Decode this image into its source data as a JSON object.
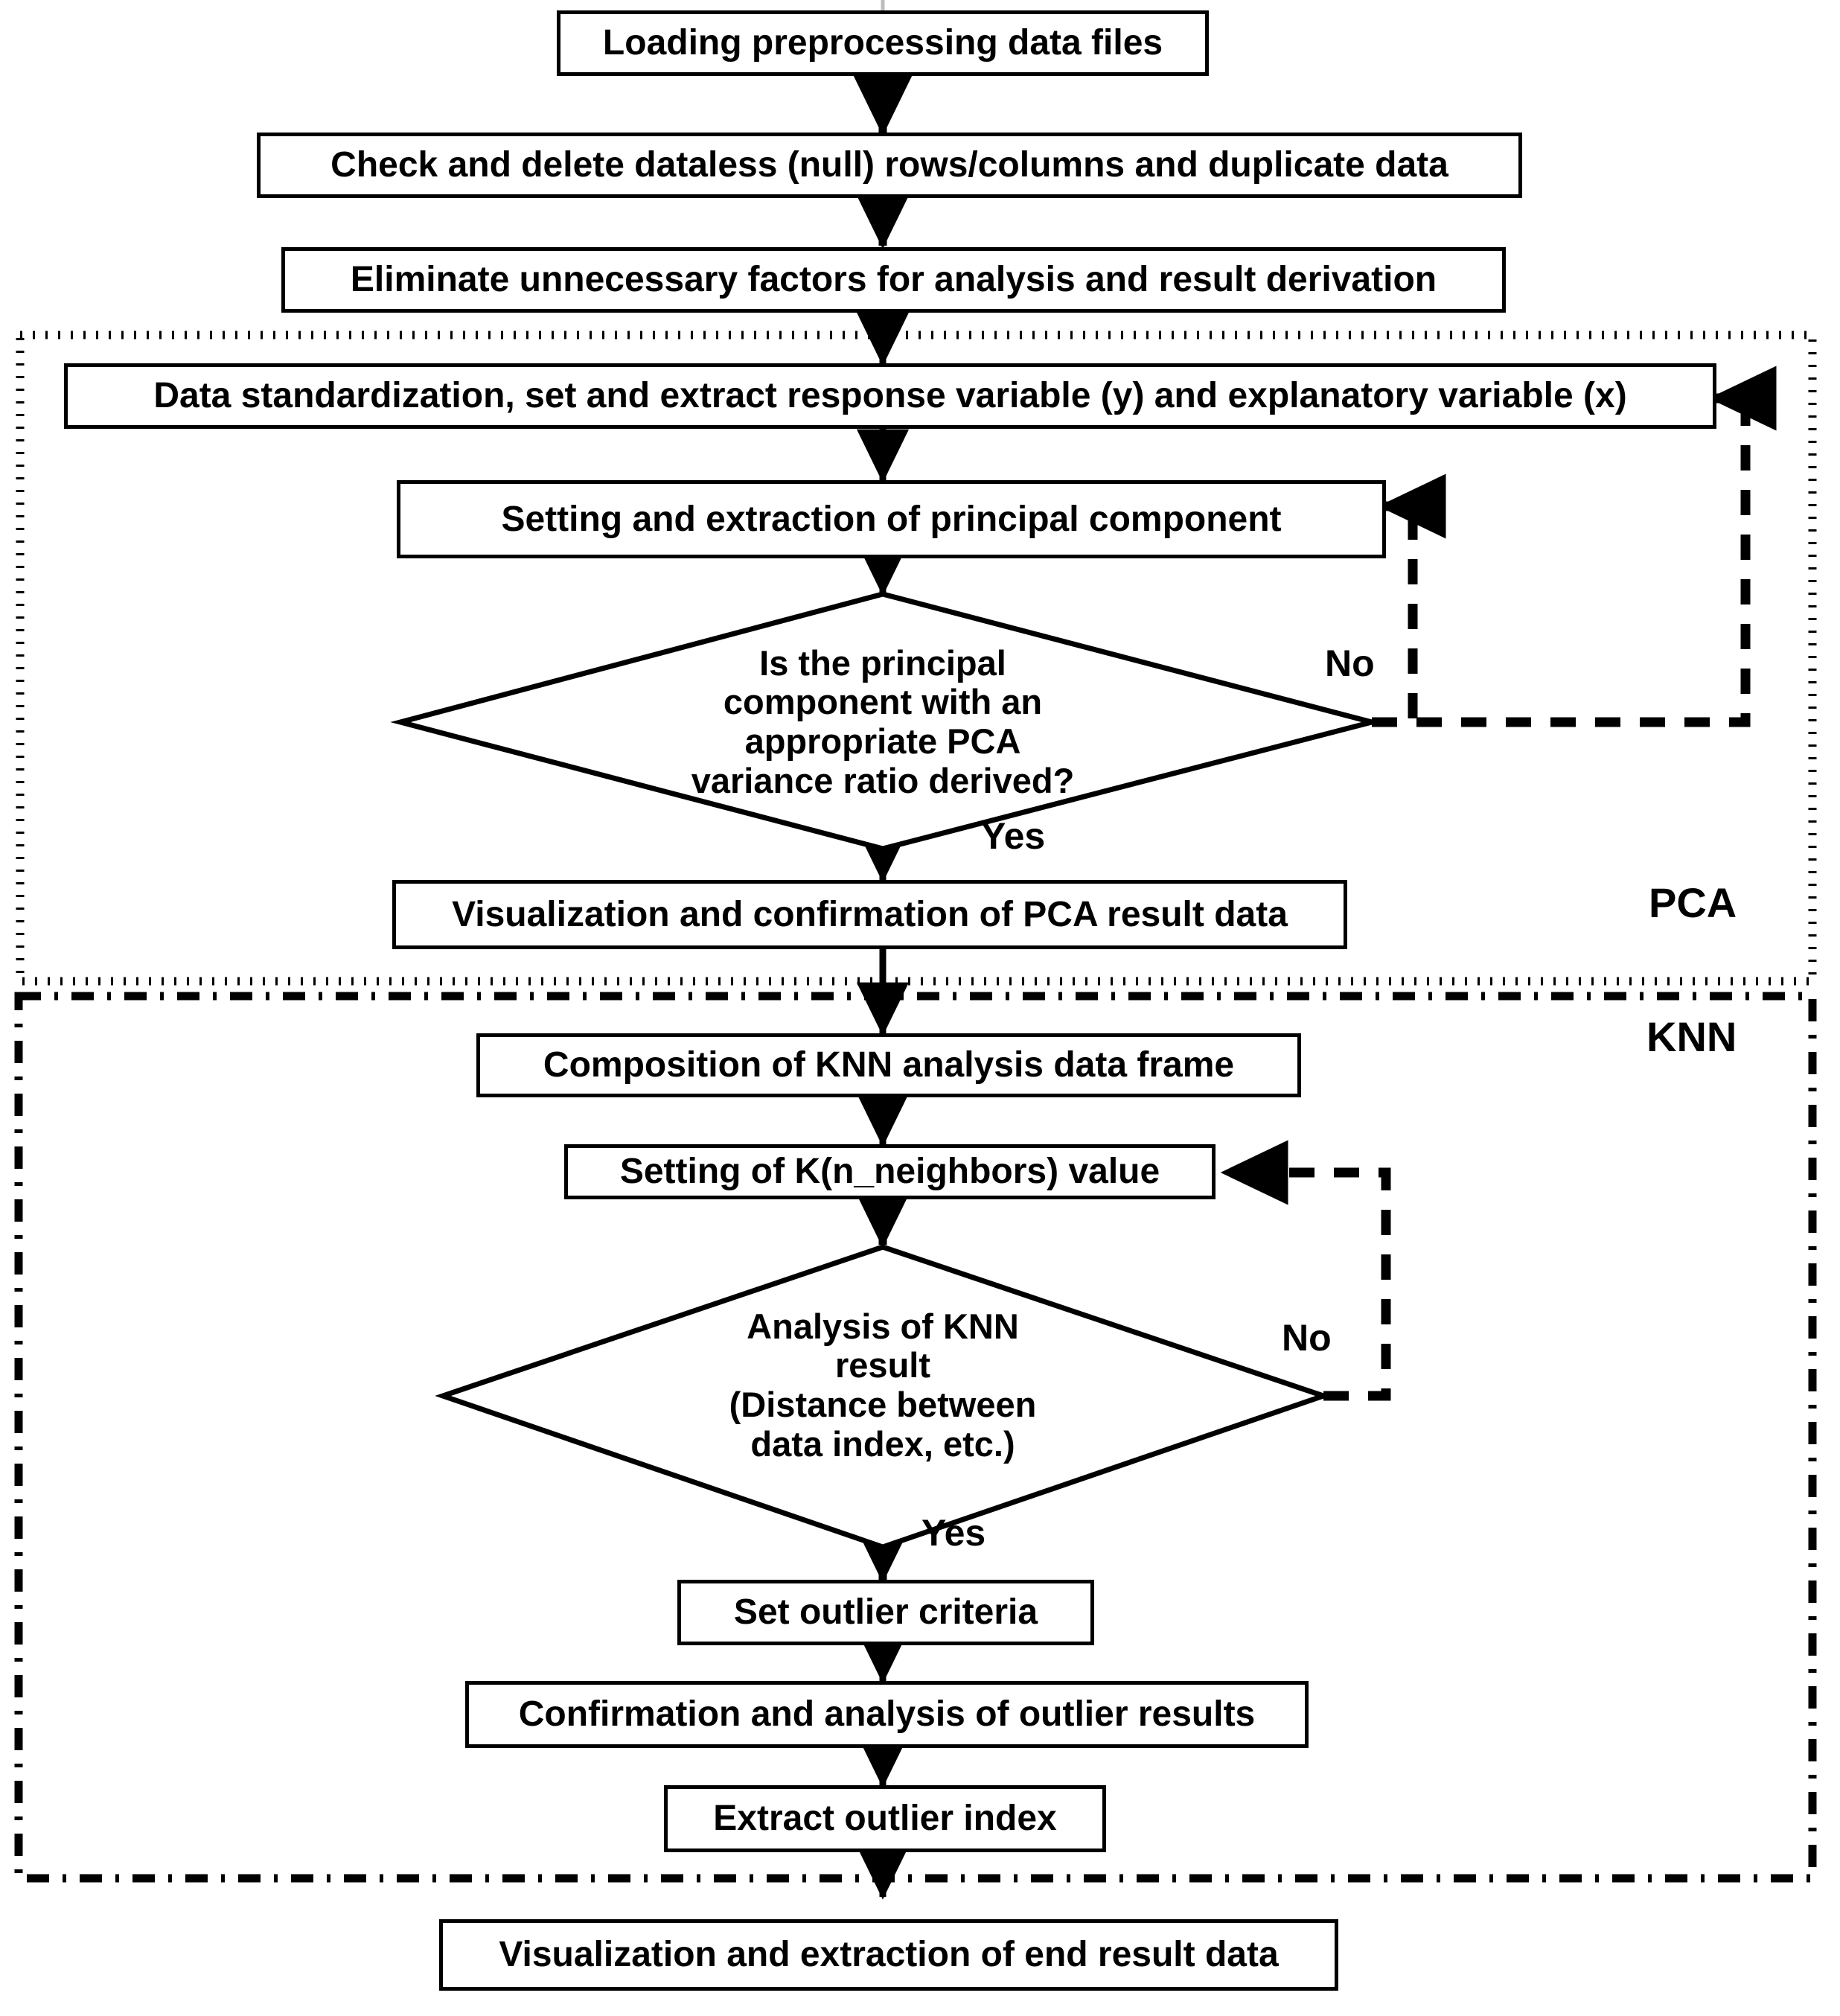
{
  "diagram": {
    "title": "PCA and KNN outlier detection flowchart",
    "type": "flowchart",
    "colors": {
      "stroke": "#000000",
      "fill": "#ffffff",
      "text": "#000000"
    },
    "nodes": [
      {
        "id": "n1",
        "shape": "process",
        "label": "Loading preprocessing data files"
      },
      {
        "id": "n2",
        "shape": "process",
        "label": "Check and delete dataless (null) rows/columns and duplicate data"
      },
      {
        "id": "n3",
        "shape": "process",
        "label": "Eliminate unnecessary factors for analysis and result derivation"
      },
      {
        "id": "n4",
        "shape": "process",
        "label": "Data standardization, set and extract response variable (y) and explanatory variable (x)"
      },
      {
        "id": "n5",
        "shape": "process",
        "label": "Setting and extraction of principal component"
      },
      {
        "id": "n6",
        "shape": "decision",
        "line1": "Is the principal",
        "line2": "component with an",
        "line3": "appropriate PCA",
        "line4": "variance ratio derived?"
      },
      {
        "id": "n7",
        "shape": "process",
        "label": "Visualization and confirmation of PCA result data"
      },
      {
        "id": "n8",
        "shape": "process",
        "label": "Composition of KNN analysis data frame"
      },
      {
        "id": "n9",
        "shape": "process",
        "label": "Setting of K(n_neighbors) value"
      },
      {
        "id": "n10",
        "shape": "decision",
        "line1": "Analysis of KNN",
        "line2": "result",
        "line3": "(Distance between",
        "line4": "data index, etc.)"
      },
      {
        "id": "n11",
        "shape": "process",
        "label": "Set outlier criteria"
      },
      {
        "id": "n12",
        "shape": "process",
        "label": "Confirmation and analysis of outlier results"
      },
      {
        "id": "n13",
        "shape": "process",
        "label": "Extract outlier index"
      },
      {
        "id": "n14",
        "shape": "process",
        "label": "Visualization and extraction of end result data"
      }
    ],
    "edge_labels": [
      {
        "id": "pca_no",
        "text": "No"
      },
      {
        "id": "pca_yes",
        "text": "Yes"
      },
      {
        "id": "knn_no",
        "text": "No"
      },
      {
        "id": "knn_yes",
        "text": "Yes"
      }
    ],
    "groups": [
      {
        "id": "g_pca",
        "label": "PCA",
        "border": "dotted"
      },
      {
        "id": "g_knn",
        "label": "KNN",
        "border": "dash-dot"
      }
    ]
  }
}
